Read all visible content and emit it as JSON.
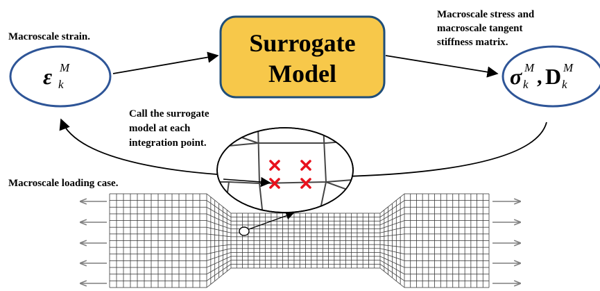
{
  "labels": {
    "strain_caption": "Macroscale strain.",
    "stress_caption_line1": "Macroscale stress and",
    "stress_caption_line2": "macroscale tangent",
    "stress_caption_line3": "stiffness matrix.",
    "call_line1": "Call the surrogate",
    "call_line2": "model at each",
    "call_line3": "integration point.",
    "loading_caption": "Macroscale loading case."
  },
  "surrogate": {
    "line1": "Surrogate",
    "line2": "Model"
  },
  "math": {
    "epsilon": "ε",
    "sigma": "σ",
    "d_matrix": "D",
    "sub_k": "k",
    "sup_M": "M",
    "comma": ","
  },
  "colors": {
    "surrogate_fill": "#F7C84A",
    "surrogate_border": "#1F4E79",
    "ellipse_border": "#2E5597",
    "cross": "#E8121D",
    "mesh_line": "#3a3a3a",
    "load_arrow": "#7f7f7f"
  },
  "icons": {
    "integration_point": "cross-icon",
    "load_arrow": "arrow-icon"
  }
}
